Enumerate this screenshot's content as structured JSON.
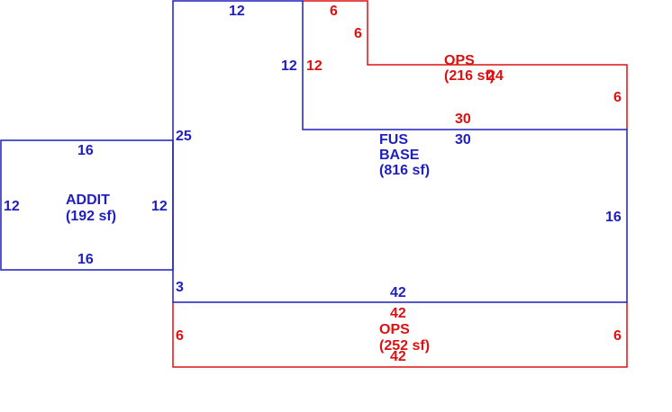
{
  "colors": {
    "base": "#1f1fbf",
    "ops": "#dd1111",
    "background": "#ffffff"
  },
  "areas": {
    "addit": {
      "name": "ADDIT",
      "area": "(192 sf)"
    },
    "fus_base": {
      "name_line1": "FUS",
      "name_line2": "BASE",
      "area": "(816 sf)"
    },
    "ops_top": {
      "name": "OPS",
      "area": "(216 sf)"
    },
    "ops_bottom": {
      "name": "OPS",
      "area": "(252 sf)"
    }
  },
  "dimensions": {
    "base_top": "12",
    "base_left_upper": "25",
    "base_inner_vertical": "12",
    "base_inner_horizontal": "30",
    "base_right": "16",
    "base_bottom": "42",
    "base_left_lower": "3",
    "addit_top": "16",
    "addit_bottom": "16",
    "addit_left": "12",
    "addit_right": "12",
    "ops_top_top": "6",
    "ops_top_step_vertical": "6",
    "ops_top_left": "12",
    "ops_top_upper": "24",
    "ops_top_right": "6",
    "ops_top_bottom": "30",
    "ops_bottom_top": "42",
    "ops_bottom_bottom": "42",
    "ops_bottom_left": "6",
    "ops_bottom_right": "6"
  }
}
